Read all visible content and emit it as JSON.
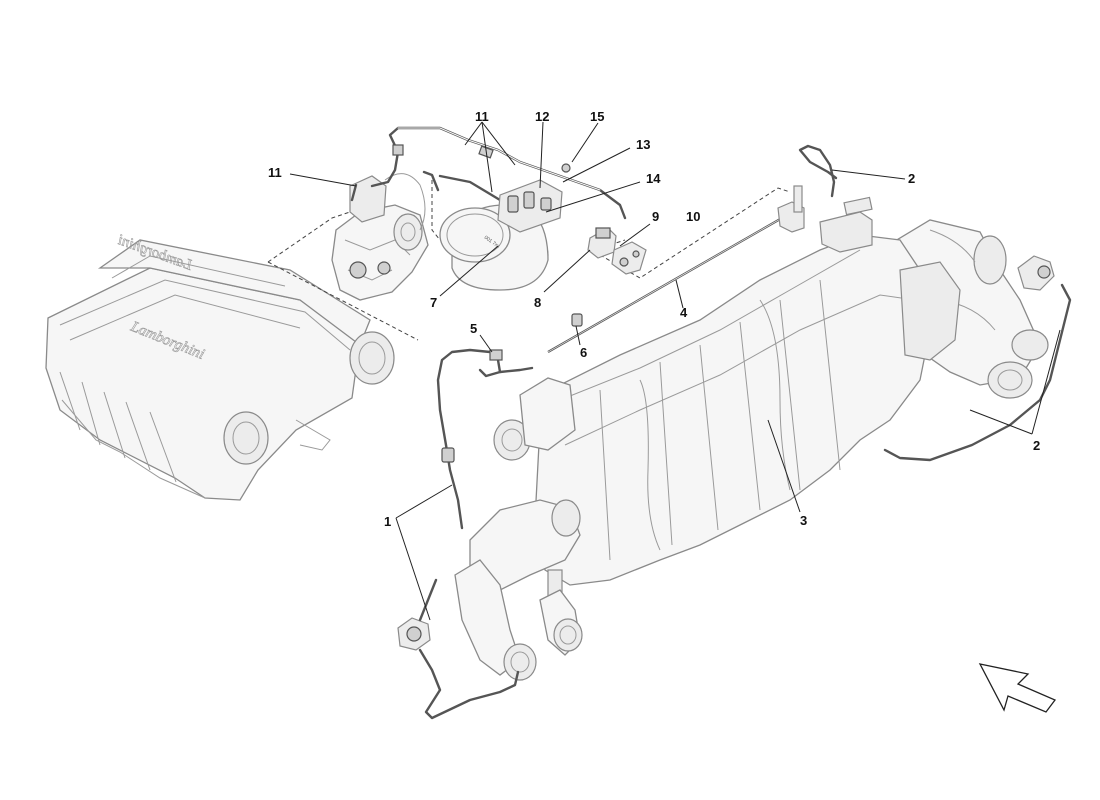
{
  "diagram": {
    "callouts": {
      "c1": "1",
      "c2a": "2",
      "c2b": "2",
      "c3": "3",
      "c4": "4",
      "c5": "5",
      "c6": "6",
      "c7": "7",
      "c8": "8",
      "c9": "9",
      "c10": "10",
      "c11a": "11",
      "c11b": "11",
      "c12": "12",
      "c13": "13",
      "c14": "14",
      "c15": "15"
    },
    "manifold_logo_lower": "Lamborghini",
    "manifold_logo_upper": "Lamborghini",
    "orientation_arrow": "arrow-icon"
  }
}
